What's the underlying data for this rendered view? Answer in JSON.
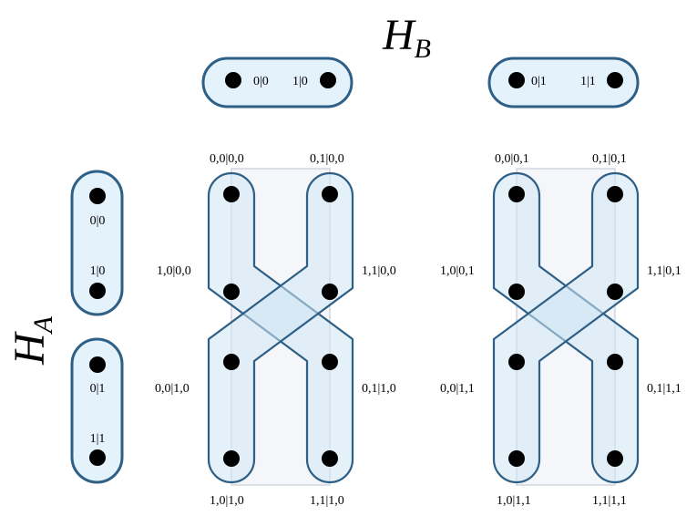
{
  "axes": {
    "hb": {
      "main": "H",
      "sub": "B"
    },
    "ha": {
      "main": "H",
      "sub": "A"
    }
  },
  "hb_pills": [
    {
      "left": "0|0",
      "right": "1|0"
    },
    {
      "left": "0|1",
      "right": "1|1"
    }
  ],
  "ha_pills": [
    {
      "top": "0|0",
      "bottom": "1|0"
    },
    {
      "top": "0|1",
      "bottom": "1|1"
    }
  ],
  "blocks": [
    {
      "top_left": "0,0|0,0",
      "top_right": "0,1|0,0",
      "mid_left": "1,0|0,0",
      "mid_right": "1,1|0,0",
      "low_left": "0,0|1,0",
      "low_right": "0,1|1,0",
      "bottom_left": "1,0|1,0",
      "bottom_right": "1,1|1,0"
    },
    {
      "top_left": "0,0|0,1",
      "top_right": "0,1|0,1",
      "mid_left": "1,0|0,1",
      "mid_right": "1,1|0,1",
      "low_left": "0,0|1,1",
      "low_right": "0,1|1,1",
      "bottom_left": "1,0|1,1",
      "bottom_right": "1,1|1,1"
    }
  ]
}
